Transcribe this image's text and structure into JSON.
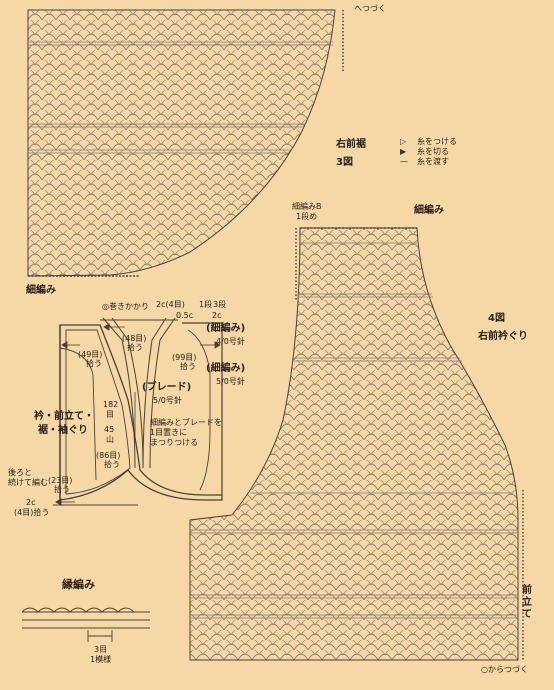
{
  "colors": {
    "background": "#f5d8a6",
    "line": "#4a4038",
    "pattern": "#8a7f76"
  },
  "fig3": {
    "top_note": "へつづく",
    "label_part": "右前裾",
    "label_fig": "3図",
    "label_edge": "細編み"
  },
  "legend": {
    "attach": {
      "icon": "triangle-open-icon",
      "text": "糸をつける"
    },
    "cut": {
      "icon": "triangle-filled-icon",
      "text": "糸を切る"
    },
    "pass": {
      "icon": "wavy-arrow-icon",
      "text": "糸を渡す"
    }
  },
  "fig4": {
    "label_fig": "4図",
    "label_part": "右前衿ぐり",
    "top_label": "細編み",
    "start_label_line1": "細編みB",
    "start_label_line2": "1段め",
    "side_label": "前立て",
    "bottom_note": "○からつづく"
  },
  "vest": {
    "label_top_start": "◎巻きかかり",
    "label_2c_top": "2c(4目)",
    "label_05c": "0.5c",
    "label_1row": "1段",
    "label_2c_right": "2c",
    "label_3row": "3段",
    "label_48": "(48目)",
    "label_48b": "拾う",
    "label_edge_left": "(細編み)",
    "label_edge_left_needle": "4/0号針",
    "label_49": "(49目)",
    "label_49b": "拾う",
    "label_99": "(99目)",
    "label_99b": "拾う",
    "label_edge_right": "(細編み)",
    "label_edge_right_needle": "5/0号針",
    "label_braid": "(ブレード)",
    "label_braid_needle": "5/0号針",
    "label_182": "182",
    "label_182b": "目",
    "label_45": "45",
    "label_45b": "山",
    "label_note1": "細編みとブレードを",
    "label_note2": "1目置きに",
    "label_note3": "まつりつける",
    "label_86": "(86目)",
    "label_86b": "拾う",
    "label_main1": "衿・前立て・",
    "label_main2": "裾・袖ぐり",
    "label_cont1": "後ろと",
    "label_cont2": "続けて編む",
    "label_23": "(23目)",
    "label_23b": "拾う",
    "label_2c_bottom": "2c",
    "label_4": "(4目)拾う"
  },
  "edging": {
    "title": "縁編み",
    "note1": "3目",
    "note2": "1模様"
  }
}
